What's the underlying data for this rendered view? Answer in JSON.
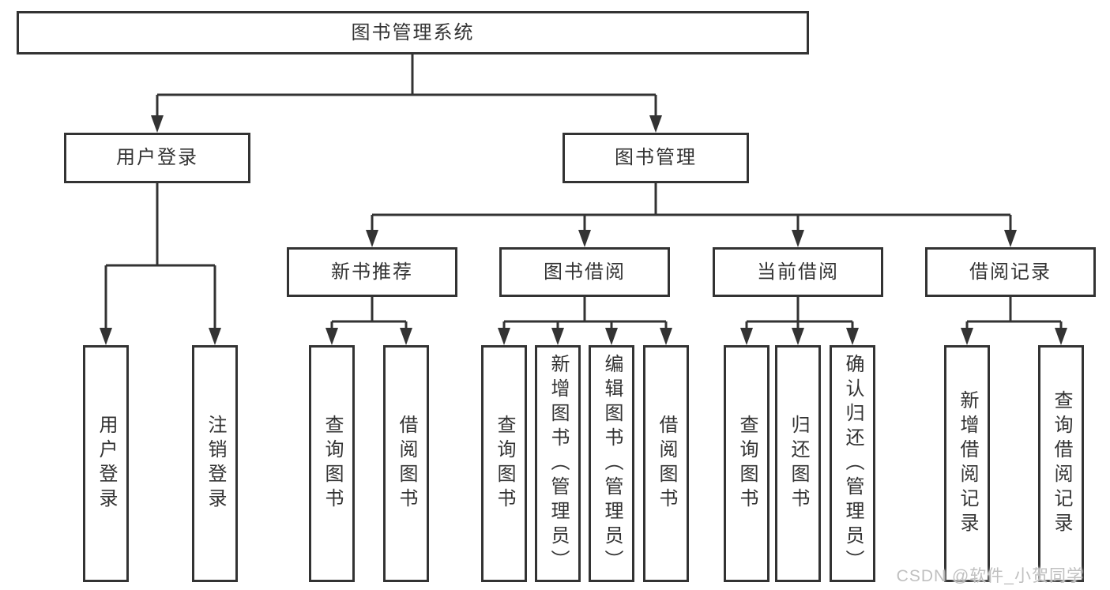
{
  "diagram": {
    "title": "图书管理系统",
    "root": {
      "label": "图书管理系统"
    },
    "level2": [
      {
        "label": "用户登录"
      },
      {
        "label": "图书管理"
      }
    ],
    "level3": [
      {
        "label": "新书推荐"
      },
      {
        "label": "图书借阅"
      },
      {
        "label": "当前借阅"
      },
      {
        "label": "借阅记录"
      }
    ],
    "leaves": [
      {
        "label": "用户登录"
      },
      {
        "label": "注销登录"
      },
      {
        "label": "查询图书"
      },
      {
        "label": "借阅图书"
      },
      {
        "label": "查询图书"
      },
      {
        "label": "新增图书（管理员）"
      },
      {
        "label": "编辑图书（管理员）"
      },
      {
        "label": "借阅图书"
      },
      {
        "label": "查询图书"
      },
      {
        "label": "归还图书"
      },
      {
        "label": "确认归还（管理员）"
      },
      {
        "label": "新增借阅记录"
      },
      {
        "label": "查询借阅记录"
      }
    ]
  },
  "watermark": {
    "text": "CSDN @软件_小贺同学"
  },
  "colors": {
    "line": "#333333",
    "box_border": "#333333",
    "box_fill": "#ffffff",
    "text": "#333333",
    "background": "#ffffff",
    "watermark": "#c0c0c0"
  }
}
